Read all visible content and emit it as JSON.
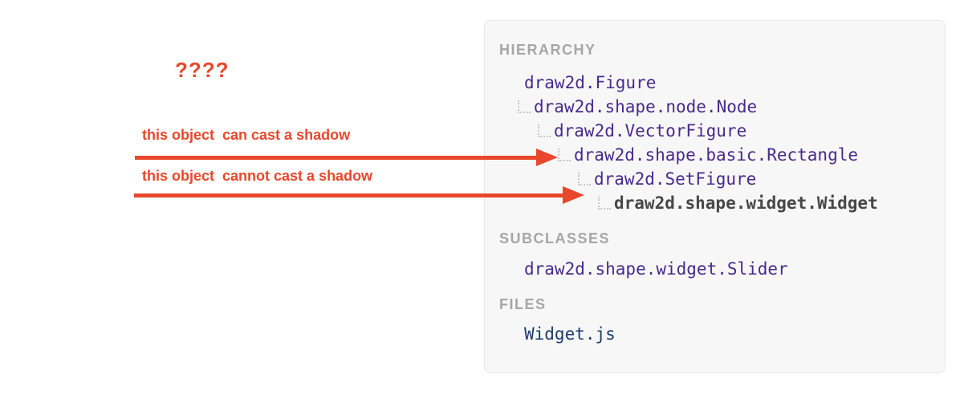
{
  "annotations": {
    "question": "????",
    "can_cast": "this object  can cast a shadow",
    "cannot_cast": "this object  cannot cast a shadow"
  },
  "panel": {
    "hierarchy": {
      "label": "HIERARCHY",
      "items": [
        {
          "name": "draw2d.Figure",
          "depth": 0,
          "current": false
        },
        {
          "name": "draw2d.shape.node.Node",
          "depth": 1,
          "current": false
        },
        {
          "name": "draw2d.VectorFigure",
          "depth": 2,
          "current": false
        },
        {
          "name": "draw2d.shape.basic.Rectangle",
          "depth": 3,
          "current": false
        },
        {
          "name": "draw2d.SetFigure",
          "depth": 4,
          "current": false
        },
        {
          "name": "draw2d.shape.widget.Widget",
          "depth": 5,
          "current": true
        }
      ]
    },
    "subclasses": {
      "label": "SUBCLASSES",
      "items": [
        "draw2d.shape.widget.Slider"
      ]
    },
    "files": {
      "label": "FILES",
      "items": [
        "Widget.js"
      ]
    }
  },
  "colors": {
    "annotation_red": "#e8472b",
    "class_link_purple": "#482a8c",
    "current_class_gray": "#474747",
    "file_link_navy": "#1c3c6e",
    "section_label_gray": "#a6a6a6",
    "panel_background": "#f7f7f7",
    "panel_border": "#e7e7e7"
  }
}
